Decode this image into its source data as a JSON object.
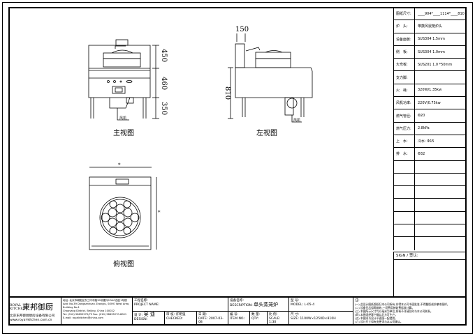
{
  "views": {
    "front": {
      "title": "主视图",
      "dims": [
        "450",
        "460",
        "350"
      ],
      "fan_label": "风机"
    },
    "side": {
      "title": "左视图",
      "dims": [
        "150",
        "810"
      ],
      "fan_label": "风机"
    },
    "top": {
      "title": "俯视图",
      "dims": [
        "*",
        "*"
      ]
    }
  },
  "spec_table": {
    "rows": [
      {
        "label": "图纸尺寸:",
        "value": "____904*____1114*____810"
      },
      {
        "label": "炉　头:",
        "value": "带鼓风鼠笼炉头"
      },
      {
        "label": "设备面板:",
        "value": "SUS304 1.5mm"
      },
      {
        "label": "侧　板:",
        "value": "SUS304 1.0mm"
      },
      {
        "label": "大弯板:",
        "value": "SUS201 1.0 *50mm"
      },
      {
        "label": "支力脚:",
        "value": ""
      },
      {
        "label": "火　耗:",
        "value": "320W/1.35kw"
      },
      {
        "label": "风机功率:",
        "value": "220V/0.75kw"
      },
      {
        "label": "燃气管径:",
        "value": "Φ20"
      },
      {
        "label": "燃气压力:",
        "value": "2.8kPa"
      },
      {
        "label": "上　水:",
        "value": "冷水: Φ15"
      },
      {
        "label": "排　水:",
        "value": "Φ32"
      },
      {
        "label": "",
        "value": ""
      },
      {
        "label": "",
        "value": ""
      },
      {
        "label": "",
        "value": ""
      },
      {
        "label": "",
        "value": ""
      },
      {
        "label": "",
        "value": ""
      },
      {
        "label": "",
        "value": ""
      },
      {
        "label": "",
        "value": ""
      }
    ],
    "sign": "SIGN / 签认:"
  },
  "title_block": {
    "logo_en": "ROYAL KITCHEN",
    "logo_cn": "東邦御厨",
    "company": "北京东邦御厨厨房设备有限公司",
    "website": "www.royal-kitchen.com.cn",
    "address_lines": [
      "地址: 北京市朝阳区东三环中路39号建外SOHO西区1号楼",
      "Add: No.39 Dongsanhuan Zhonglu, SOHO West Area, Building No.1",
      "Chaoyang District, Beijing, China 100022",
      "Tel: (010) 58695270/79 Fax: (010) 58695270-8001",
      "E-mail: royalkitchen@china.com"
    ],
    "project_name_label": "工程名称:",
    "project_name_label_en": "PROJECT NAME:",
    "design_label": "设 计:",
    "design_label_en": "DESIGN:",
    "designer": "吴 迪",
    "checked_label": "审 核:",
    "checked_label_en": "CHECKED:",
    "checker": "许明强",
    "date_label": "日 期:",
    "date_label_en": "DATE:",
    "date": "2007-03-08",
    "description_label": "设备名称:",
    "description_label_en": "DESCRIPTION:",
    "description": "单头蒸笼炉",
    "model_label": "型 号:",
    "model_label_en": "MODEL:",
    "model": "L-05-4",
    "item_label": "编 号:",
    "item_label_en": "ITEM NO.:",
    "qty_label": "数 量:",
    "qty_label_en": "QTY.:",
    "scale_label": "比 例:",
    "scale_label_en": "SCALE:",
    "scale": "1:30",
    "size_label": "尺 寸:",
    "size_label_en": "SIZE:",
    "size": "1100W×1250D×810H",
    "notes_title": "注:",
    "notes": [
      "(一) 此设计图纸版权归本公司所有,非得本公司书面批准,不得翻版或抄袭本图样。",
      "(二) 设备日后如需维修,一切费用按收费标准计算。",
      "(三) 本图所示尺寸均以毫米为单位,如有不详请及时与本公司联系。",
      "(四) 本图须经客户确认后方可生产。",
      "(五) 本图须与设计平面图一起使用。",
      "(六) 设计尺寸如有变更须与本公司确认。"
    ]
  }
}
